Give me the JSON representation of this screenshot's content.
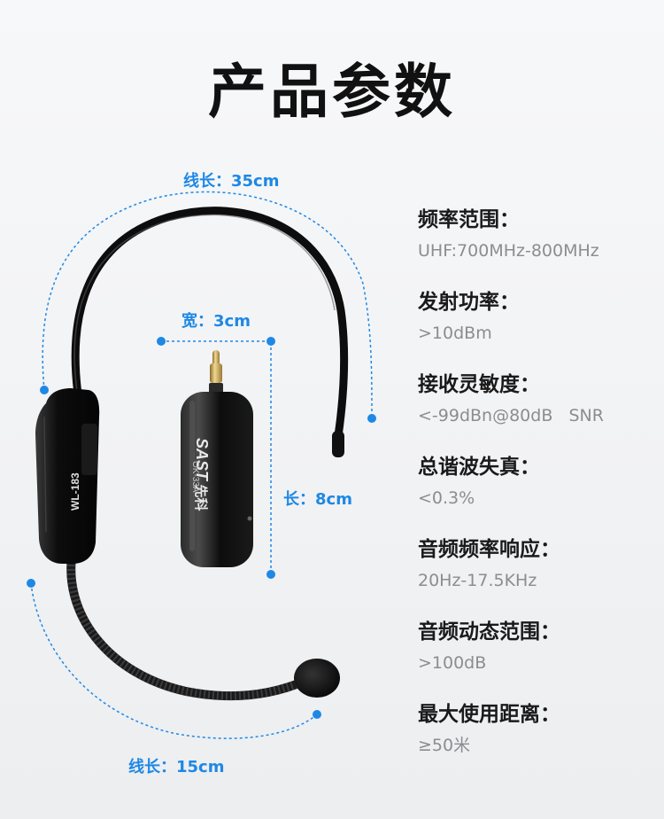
{
  "title": "产品参数",
  "dimensions": {
    "headband_wire_length": "线长：35cm",
    "receiver_width": "宽：3cm",
    "receiver_length": "长：8cm",
    "boom_wire_length": "线长：15cm"
  },
  "device_markings": {
    "headset_model": "WL-183",
    "receiver_brand": "SAST",
    "receiver_brand_cn": "先科",
    "receiver_model": "OK-33A"
  },
  "specs": [
    {
      "label": "频率范围：",
      "value": "UHF:700MHz-800MHz"
    },
    {
      "label": "发射功率：",
      "value": ">10dBm"
    },
    {
      "label": "接收灵敏度：",
      "value": "<-99dBn@80dB   SNR"
    },
    {
      "label": "总谐波失真：",
      "value": "<0.3%"
    },
    {
      "label": "音频频率响应：",
      "value": "20Hz-17.5KHz"
    },
    {
      "label": "音频动态范围：",
      "value": ">100dB"
    },
    {
      "label": "最大使用距离：",
      "value": "≥50米"
    }
  ],
  "colors": {
    "accent_blue": "#1e88e5",
    "device_black": "#111111",
    "text_dark": "#1a1a1a",
    "text_gray": "#8a8d91"
  }
}
